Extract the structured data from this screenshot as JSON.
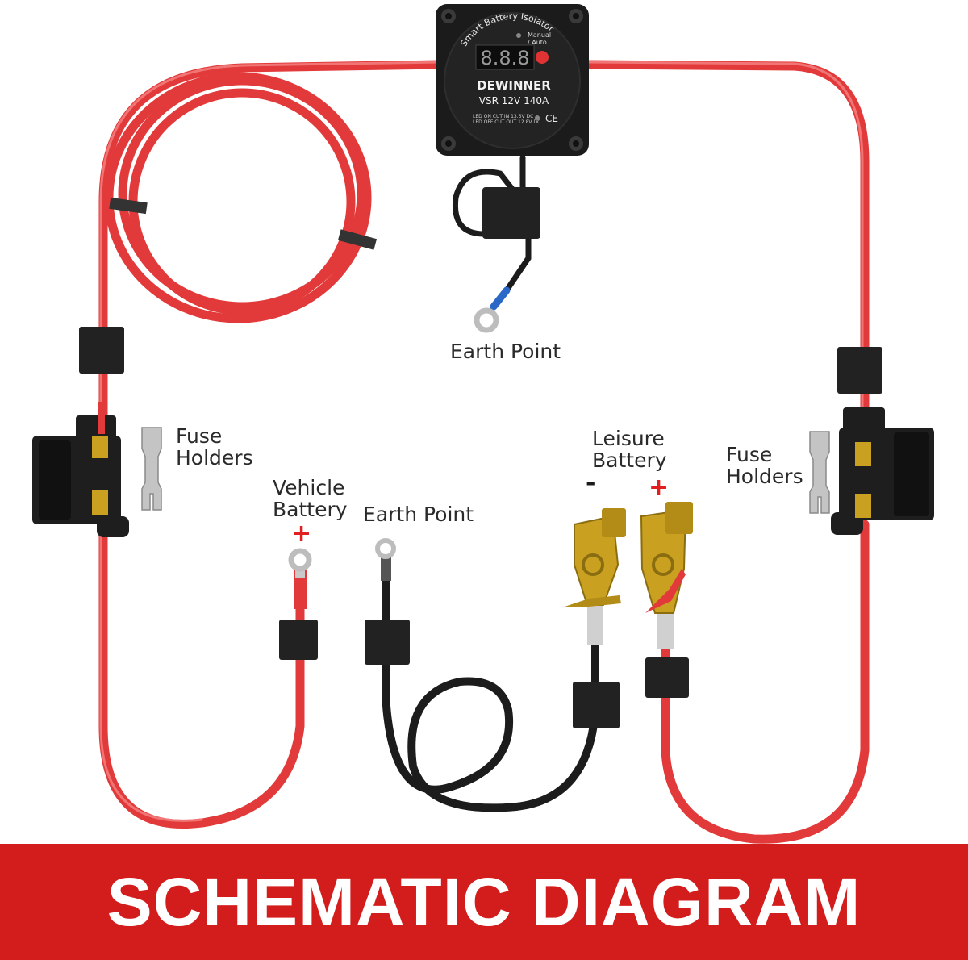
{
  "isolator": {
    "arc_text": "Smart Battery Isolator",
    "display": "8.8.8",
    "mode_label_line1": "Manual",
    "mode_label_line2": "/ Auto",
    "brand": "DEWINNER",
    "model": "VSR 12V 140A",
    "spec_line1": "LED ON CUT IN 13.3V DC",
    "spec_line2": "LED OFF CUT OUT 12.8V DC",
    "ce_mark": "CE"
  },
  "labels": {
    "earth_point_top": "Earth Point",
    "fuse_holders_left_line1": "Fuse",
    "fuse_holders_left_line2": "Holders",
    "fuse_holders_right_line1": "Fuse",
    "fuse_holders_right_line2": "Holders",
    "vehicle_battery_line1": "Vehicle",
    "vehicle_battery_line2": "Battery",
    "vehicle_battery_sign": "+",
    "earth_point_bottom": "Earth Point",
    "leisure_battery_line1": "Leisure",
    "leisure_battery_line2": "Battery",
    "leisure_negative_sign": "-",
    "leisure_positive_sign": "+"
  },
  "banner": {
    "title": "SCHEMATIC DIAGRAM"
  },
  "colors": {
    "cable_red": "#e23a3a",
    "cable_black": "#1c1c1c",
    "banner_red": "#d31d1d",
    "terminal_gold": "#c9a020",
    "sign_red": "#e02020"
  }
}
